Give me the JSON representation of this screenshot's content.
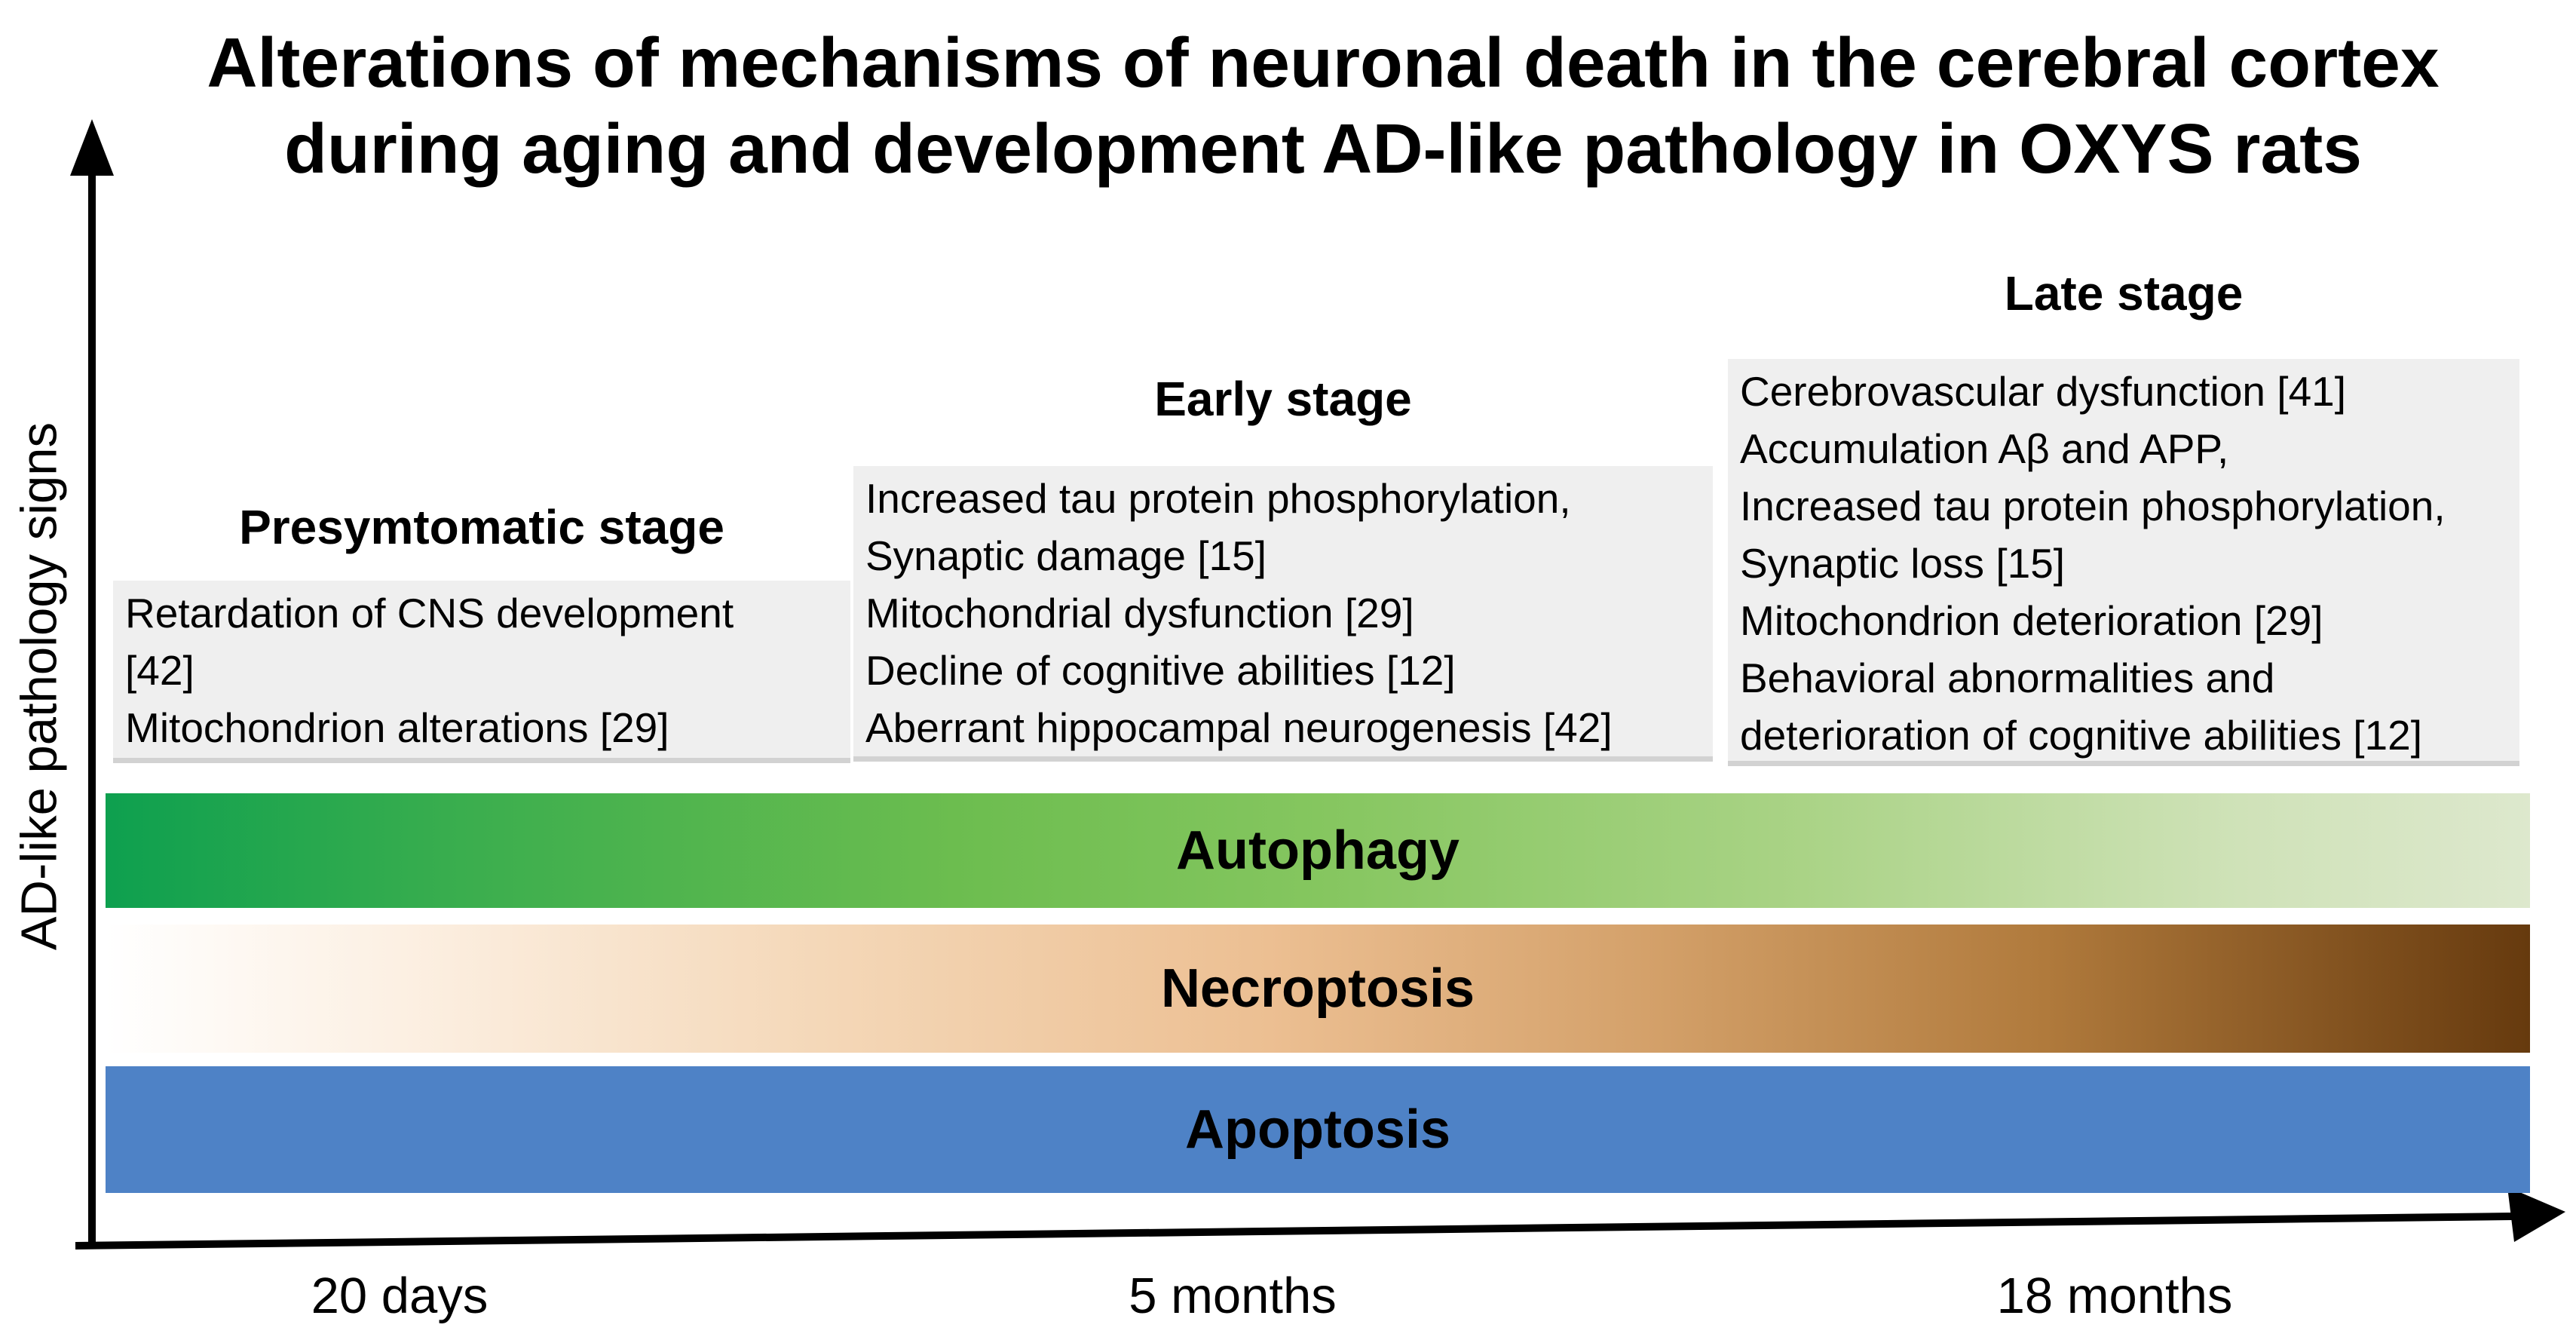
{
  "title": {
    "line1": "Alterations of mechanisms of neuronal death in the cerebral cortex",
    "line2": "during aging and development AD-like pathology in OXYS rats"
  },
  "y_axis": {
    "label": "AD-like pathology signs"
  },
  "x_axis": {
    "ticks": [
      "20 days",
      "5 months",
      "18 months"
    ]
  },
  "stages": [
    {
      "name": "Presymtomatic stage",
      "lines": [
        "Retardation of CNS development",
        "[42]",
        "Mitochondrion alterations [29]"
      ]
    },
    {
      "name": "Early stage",
      "lines": [
        "Increased tau protein phosphorylation,",
        "Synaptic damage [15]",
        "Mitochondrial dysfunction [29]",
        "Decline of cognitive abilities [12]",
        "Aberrant hippocampal neurogenesis [42]"
      ]
    },
    {
      "name": "Late stage",
      "lines": [
        "Cerebrovascular dysfunction [41]",
        "Accumulation Aβ and APP,",
        "Increased tau protein phosphorylation,",
        "Synaptic loss [15]",
        "Mitochondrion deterioration [29]",
        "Behavioral abnormalities and",
        "deterioration of cognitive abilities [12]"
      ]
    }
  ],
  "bars": [
    {
      "label": "Autophagy",
      "gradient": [
        {
          "color": "#0ea04f",
          "pos": "0%"
        },
        {
          "color": "#3bae4e",
          "pos": "15%"
        },
        {
          "color": "#6cbd4f",
          "pos": "35%"
        },
        {
          "color": "#85c65f",
          "pos": "50%"
        },
        {
          "color": "#aad386",
          "pos": "70%"
        },
        {
          "color": "#cfe2b8",
          "pos": "88%"
        },
        {
          "color": "#dde8cd",
          "pos": "100%"
        }
      ]
    },
    {
      "label": "Necroptosis",
      "gradient": [
        {
          "color": "#ffffff",
          "pos": "0%"
        },
        {
          "color": "#fcf0e3",
          "pos": "12%"
        },
        {
          "color": "#f4d7b7",
          "pos": "30%"
        },
        {
          "color": "#ecbf92",
          "pos": "48%"
        },
        {
          "color": "#d3a069",
          "pos": "64%"
        },
        {
          "color": "#b07a3c",
          "pos": "80%"
        },
        {
          "color": "#663a0e",
          "pos": "100%"
        }
      ]
    },
    {
      "label": "Apoptosis",
      "gradient": [
        {
          "color": "#4e82c6",
          "pos": "0%"
        },
        {
          "color": "#4e82c6",
          "pos": "100%"
        }
      ]
    }
  ],
  "colors": {
    "background": "#ffffff",
    "box_bg": "#efefef",
    "box_edge": "#d2d2d2",
    "axis": "#000000",
    "autophagy_start": "#0ea04f",
    "autophagy_end": "#dde8cd",
    "necroptosis_start": "#ffffff",
    "necroptosis_end": "#663a0e",
    "apoptosis": "#4e82c6"
  }
}
